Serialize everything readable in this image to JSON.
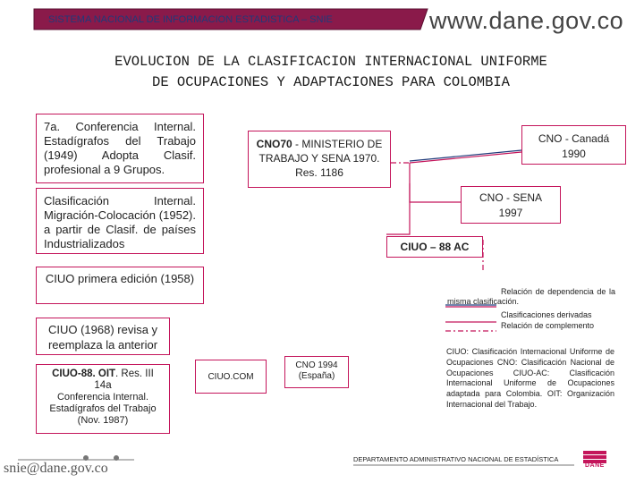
{
  "header": {
    "system_label": "SISTEMA NACIONAL DE INFORMACION ESTADISTICA – SNIE",
    "website": "www.dane.gov.co"
  },
  "title": {
    "line1": "EVOLUCION DE LA CLASIFICACION INTERNACIONAL UNIFORME",
    "line2": "DE OCUPACIONES Y ADAPTACIONES PARA COLOMBIA"
  },
  "boxes": {
    "conferencia_1949": "7a. Conferencia Internal. Estadígrafos del Trabajo (1949) Adopta Clasif. profesional a 9 Grupos.",
    "clasif_1952": "Clasificación Internal. Migración-Colocación (1952). a partir de Clasif. de países Industrializados",
    "ciuo_1958": "CIUO primera edición (1958)",
    "ciuo_1968": "CIUO (1968) revisa y reemplaza la anterior",
    "ciuo88_bold": "CIUO-88. OIT",
    "ciuo88_rest": ". Res. III 14a",
    "ciuo88_sub": "Conferencia Internal. Estadígrafos del Trabajo (Nov. 1987)",
    "ciuo_com": "CIUO.COM",
    "cno_1994": "CNO 1994 (España)",
    "cno70_bold": "CNO70",
    "cno70_rest": " - MINISTERIO DE TRABAJO Y SENA 1970. Res. 1186",
    "cno_canada": "CNO - Canadá 1990",
    "cno_sena": "CNO - SENA 1997",
    "ciuo_88ac": "CIUO – 88 AC"
  },
  "legend": {
    "dependencia": "Relación de dependencia de la misma clasificación.",
    "derivadas": "Clasificaciones derivadas",
    "complemento": "Relación de complemento"
  },
  "glossary": "CIUO: Clasificación Internacional Uniforme de Ocupaciones CNO: Clasificación Nacional de Ocupaciones CIUO-AC: Clasificación Internacional Uniforme de Ocupaciones adaptada para Colombia. OIT: Organización Internacional del Trabajo.",
  "footer": {
    "email": "snie@dane.gov.co",
    "department": "DEPARTAMENTO ADMINISTRATIVO NACIONAL DE ESTADÍSTICA",
    "logo_text": "DANE"
  },
  "colors": {
    "accent": "#c4155b",
    "navy": "#1f3a7a",
    "title_bar": "#8a1a4a"
  }
}
